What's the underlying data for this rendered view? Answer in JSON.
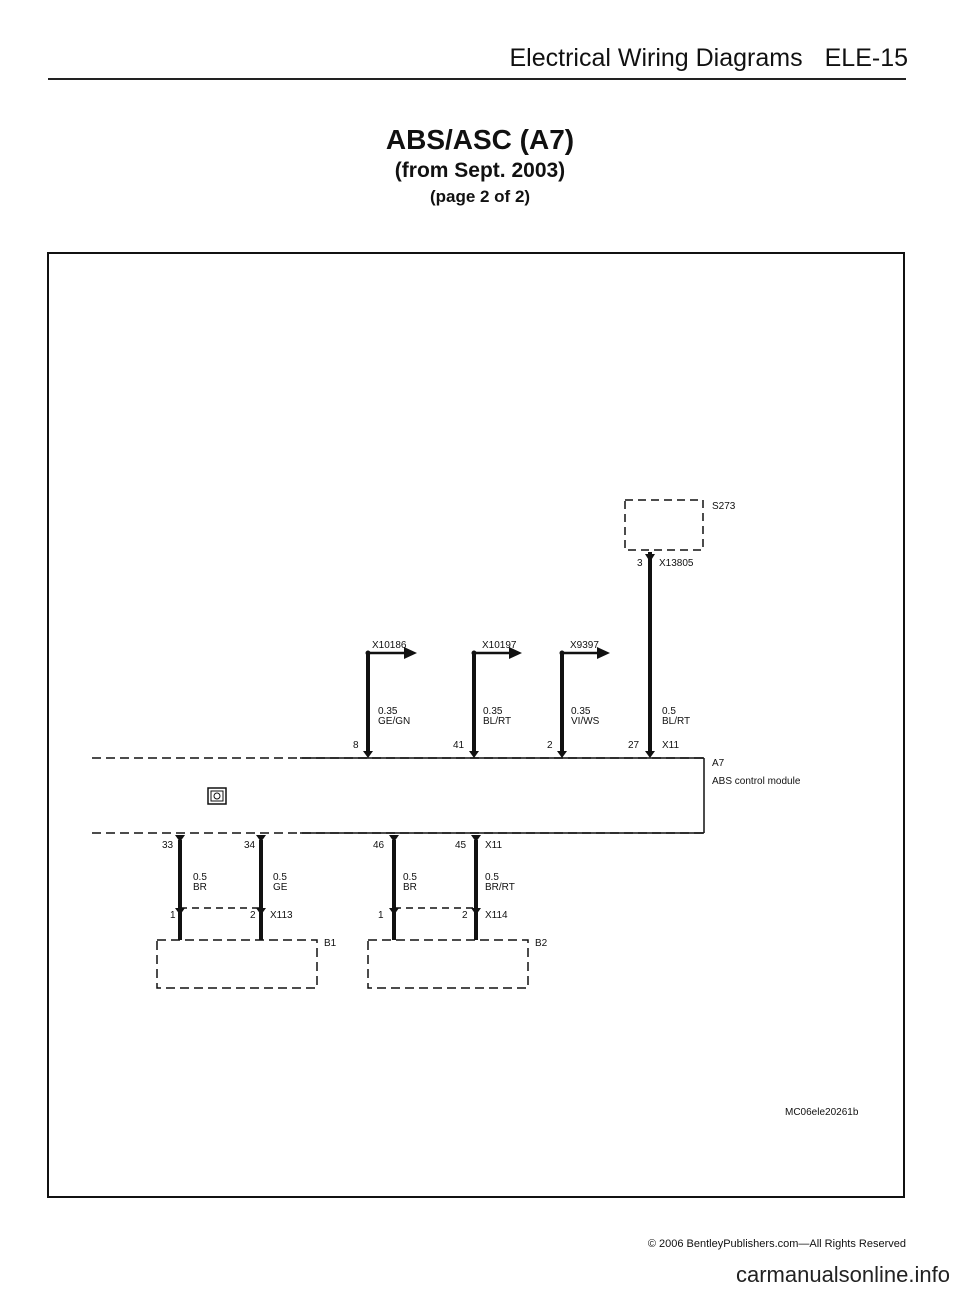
{
  "header": {
    "title": "Electrical Wiring Diagrams",
    "section": "ELE-15"
  },
  "titles": {
    "main": "ABS/ASC (A7)",
    "sub": "(from Sept. 2003)",
    "page": "(page 2 of 2)"
  },
  "switch_s273": {
    "name": "S273",
    "pin": "3",
    "connector": "X13805"
  },
  "arrow_connectors": [
    {
      "name": "X10186",
      "gauge": "0.35",
      "color": "GE/GN",
      "pin": "8"
    },
    {
      "name": "X10197",
      "gauge": "0.35",
      "color": "BL/RT",
      "pin": "41"
    },
    {
      "name": "X9397",
      "gauge": "0.35",
      "color": "VI/WS",
      "pin": "2"
    }
  ],
  "s273_wire": {
    "gauge": "0.5",
    "color": "BL/RT",
    "pin": "27",
    "connector": "X11"
  },
  "module": {
    "id": "A7",
    "description": "ABS control module"
  },
  "bottom_connector": "X11",
  "bottom_wires": [
    {
      "pin": "33",
      "gauge": "0.5",
      "color": "BR"
    },
    {
      "pin": "34",
      "gauge": "0.5",
      "color": "GE"
    },
    {
      "pin": "46",
      "gauge": "0.5",
      "color": "BR"
    },
    {
      "pin": "45",
      "gauge": "0.5",
      "color": "BR/RT"
    }
  ],
  "sensors": [
    {
      "name": "B1",
      "connector": "X113",
      "pin_a": "1",
      "pin_b": "2"
    },
    {
      "name": "B2",
      "connector": "X114",
      "pin_a": "1",
      "pin_b": "2"
    }
  ],
  "diagram_code": "MC06ele20261b",
  "copyright": "© 2006 BentleyPublishers.com—All Rights Reserved",
  "watermark": "carmanualsonline.info"
}
